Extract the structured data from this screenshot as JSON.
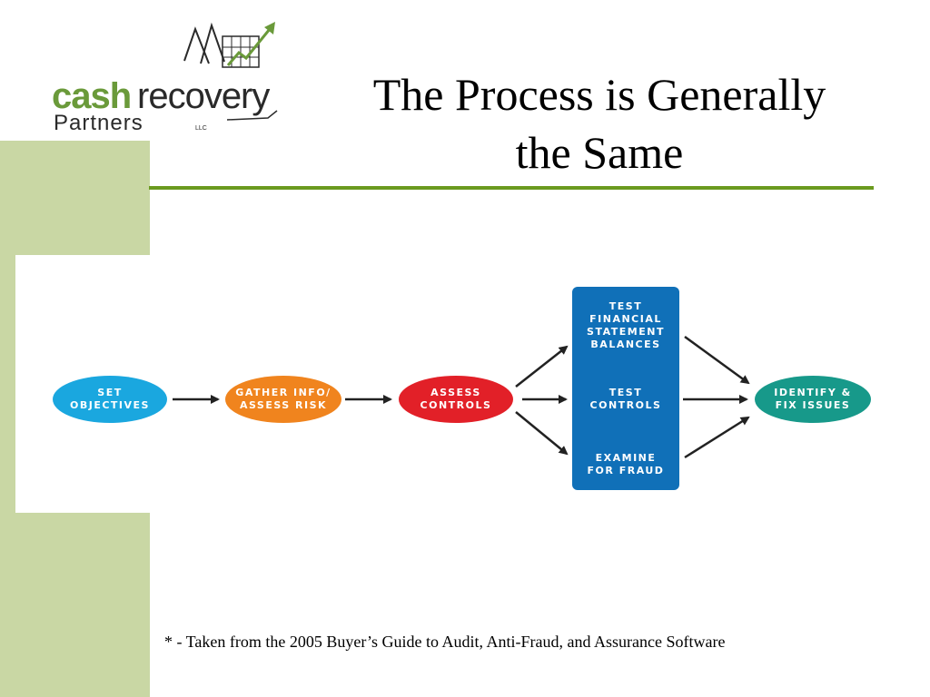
{
  "slide": {
    "title_line1": "The Process is Generally",
    "title_line2": "the Same",
    "footnote": "* - Taken from the 2005 Buyer’s Guide to Audit, Anti-Fraud, and Assurance Software"
  },
  "logo": {
    "word_cash": "cash",
    "word_recovery": "recovery",
    "word_partners": "Partners",
    "word_llc": "LLC"
  },
  "diagram": {
    "nodes": {
      "set_objectives": {
        "line1": "Set",
        "line2": "Objectives",
        "color": "#1aa7df"
      },
      "gather_info": {
        "line1": "Gather Info/",
        "line2": "Assess Risk",
        "color": "#f0841e"
      },
      "assess_controls": {
        "line1": "Assess",
        "line2": "Controls",
        "color": "#e22028"
      },
      "identify_fix": {
        "line1": "Identify &",
        "line2": "Fix Issues",
        "color": "#17998a"
      }
    },
    "testing_box": {
      "color": "#1070b8",
      "item1_line1": "Test",
      "item1_line2": "Financial",
      "item1_line3": "Statement",
      "item1_line4": "Balances",
      "item2_line1": "Test",
      "item2_line2": "Controls",
      "item3_line1": "Examine",
      "item3_line2": "for Fraud"
    }
  },
  "colors": {
    "sidebar": "#c9d7a4",
    "rule": "#6b9a1f",
    "logo_green": "#6a9a3a"
  }
}
